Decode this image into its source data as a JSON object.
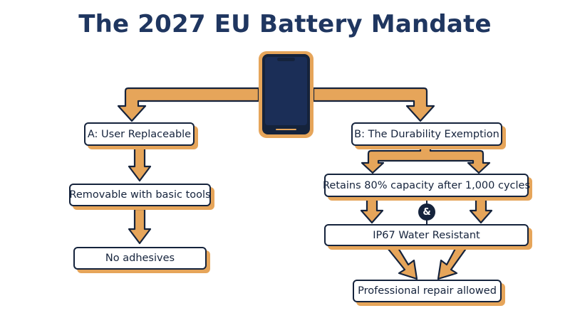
{
  "title": "The 2027 EU Battery Mandate",
  "colors": {
    "title": "#1f3660",
    "outline": "#15233c",
    "arrow_fill": "#e6a55a",
    "box_shadow": "#e6a55a",
    "phone_screen": "#1b2e57",
    "phone_body": "#15233c"
  },
  "icons": {
    "phone": "smartphone-icon",
    "connector": "ampersand-badge"
  },
  "branch_a": {
    "heading": "A: User Replaceable",
    "step1": "Removable with basic tools",
    "step2": "No adhesives"
  },
  "branch_b": {
    "heading": "B: The Durability Exemption",
    "req1": "Retains 80% capacity after 1,000 cycles",
    "connector": "&",
    "req2": "IP67 Water Resistant",
    "result": "Professional repair allowed"
  }
}
